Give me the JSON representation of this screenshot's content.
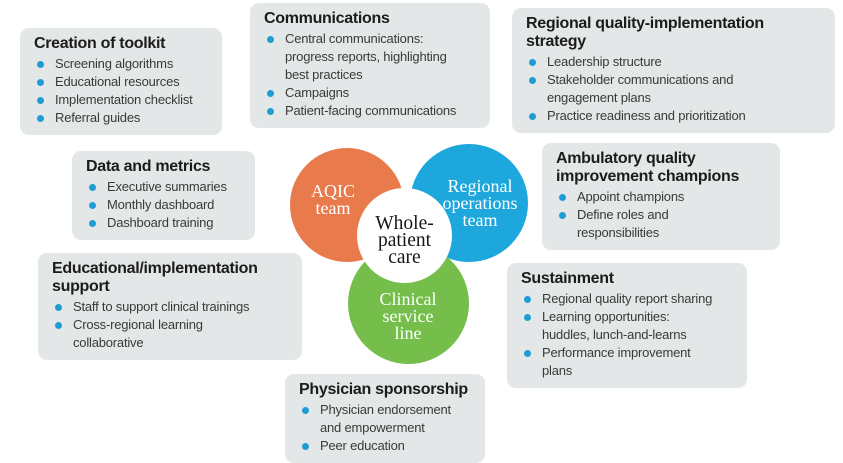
{
  "colors": {
    "box_bg": "#E3E7E8",
    "bullet": "#1E9CD3",
    "orange": "#E87A4C",
    "blue": "#1EA7DC",
    "green": "#75BE4B"
  },
  "boxes": [
    {
      "title": "Creation of toolkit",
      "items": [
        "Screening algorithms",
        "Educational resources",
        "Implementation checklist",
        "Referral guides"
      ]
    },
    {
      "title": "Communications",
      "items": [
        "Central communications:\nprogress reports, highlighting\nbest practices",
        "Campaigns",
        "Patient-facing communications"
      ]
    },
    {
      "title": "Regional quality-implementation\nstrategy",
      "items": [
        "Leadership structure",
        "Stakeholder communications and\nengagement plans",
        "Practice readiness and prioritization"
      ]
    },
    {
      "title": "Data and metrics",
      "items": [
        "Executive summaries",
        "Monthly dashboard",
        "Dashboard training"
      ]
    },
    {
      "title": "Ambulatory quality\nimprovement champions",
      "items": [
        "Appoint champions",
        "Define roles and\nresponsibilities"
      ]
    },
    {
      "title": "Educational/implementation\nsupport",
      "items": [
        "Staff to support clinical trainings",
        "Cross-regional learning\ncollaborative"
      ]
    },
    {
      "title": "Sustainment",
      "items": [
        "Regional quality report sharing",
        "Learning opportunities:\nhuddles, lunch-and-learns",
        "Performance improvement\nplans"
      ]
    },
    {
      "title": "Physician sponsorship",
      "items": [
        "Physician endorsement\nand empowerment",
        "Peer education"
      ]
    }
  ],
  "venn": {
    "aqic": "AQIC\nteam",
    "regional": "Regional\noperations\nteam",
    "clinical": "Clinical\nservice\nline",
    "center": "Whole-\npatient\ncare"
  }
}
